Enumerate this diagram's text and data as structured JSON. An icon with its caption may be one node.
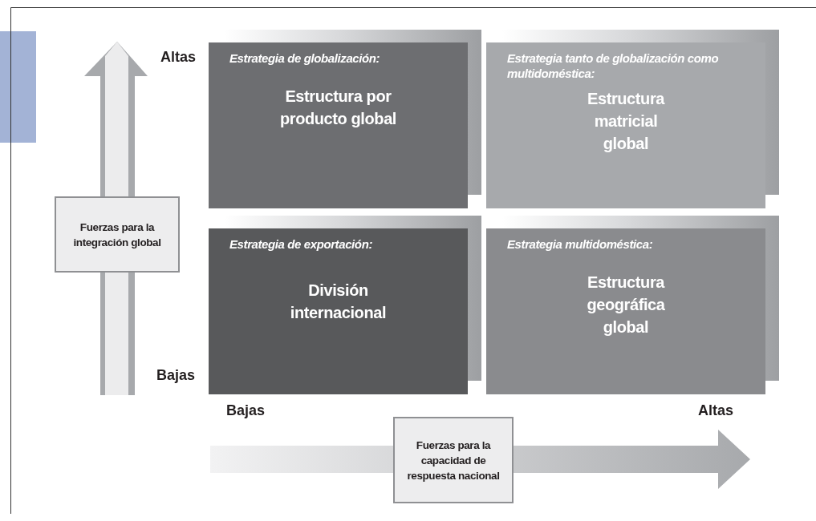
{
  "diagram": {
    "nodes": [
      {
        "text": [
          "Estrategia de globalización:",
          "Estructura por producto global"
        ]
      },
      {
        "text": [
          "Estrategia tanto de globalización como multidoméstica:",
          "Estructura matricial global"
        ]
      },
      {
        "text": [
          "Estrategia de exportación:",
          "División internacional"
        ]
      },
      {
        "text": [
          "Estrategia multidoméstica:",
          "Estructura geográfica global"
        ]
      },
      {
        "text": [
          "Fuerzas para la integración global"
        ]
      },
      {
        "text": [
          "Fuerzas para la capacidad de respuesta nacional"
        ]
      }
    ],
    "labels": [
      "Altas",
      "Bajas",
      "Bajas",
      "Altas"
    ]
  }
}
